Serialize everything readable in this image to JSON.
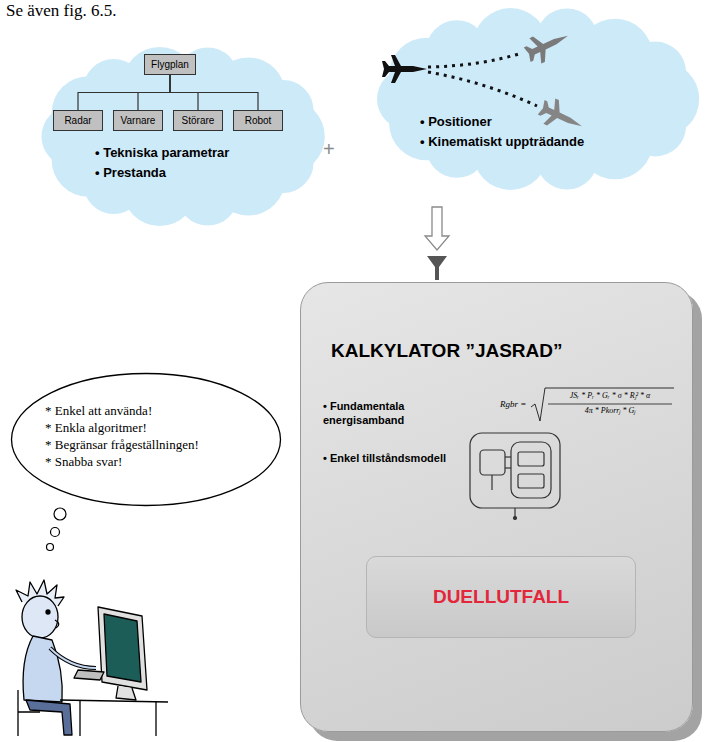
{
  "diagram": {
    "nodes": [
      {
        "text": [
          "• Tekniska parametrar",
          "• Prestanda"
        ]
      },
      {
        "text": [
          "Flygplan"
        ],
        "in": 0
      },
      {
        "text": [
          "Radar"
        ],
        "in": 0
      },
      {
        "text": [
          "Varnare"
        ],
        "in": 0
      },
      {
        "text": [
          "Störare"
        ],
        "in": 0
      },
      {
        "text": [
          "Robot"
        ],
        "in": 0
      },
      {
        "text": [
          "• Positioner",
          "• Kinematiskt uppträdande"
        ]
      },
      {
        "text": [
          "KALKYLATOR ”JASRAD”",
          "• Fundamentala energisamband",
          "• Enkel tillståndsmodell"
        ]
      },
      {
        "text": [
          "DUELLUTFALL"
        ],
        "in": 7
      },
      {
        "text": [
          "* Enkel att använda!",
          "* Enkla algoritmer!",
          "* Begränsar frågeställningen!",
          "* Snabba svar!"
        ]
      }
    ],
    "edges": [
      {
        "from": 1,
        "to": 2,
        "arrow": "none"
      },
      {
        "from": 1,
        "to": 3,
        "arrow": "none"
      },
      {
        "from": 1,
        "to": 4,
        "arrow": "none"
      },
      {
        "from": 1,
        "to": 5,
        "arrow": "none"
      }
    ],
    "labels": [
      "Se även fig. 6.5.",
      "+",
      "Rgbr =",
      "JSᵣ * Pᵣ * Gᵣ * σ * Rⱼ² * α",
      "4π * Pkorrⱼ * Gⱼ"
    ]
  }
}
